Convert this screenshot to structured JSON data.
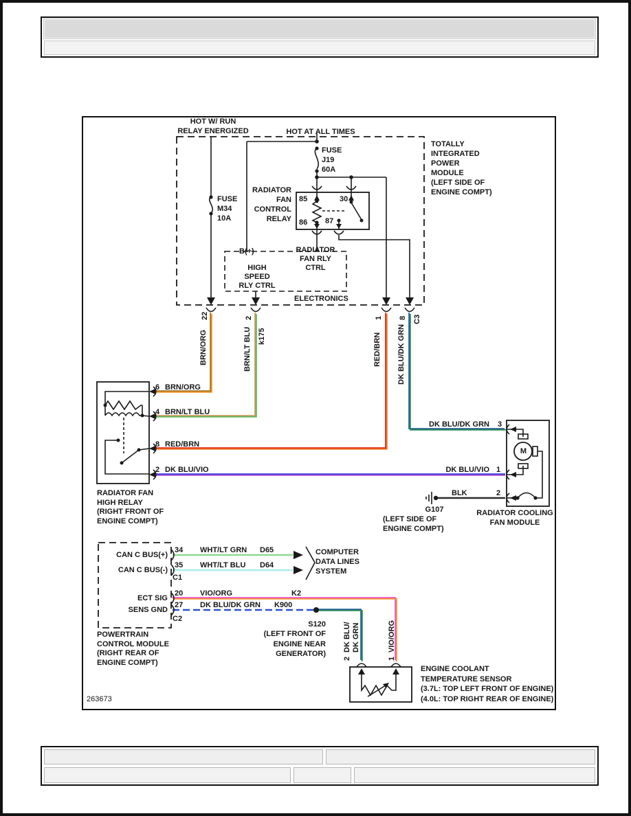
{
  "colors": {
    "brn_org": [
      "#A8742C",
      "#EE9418"
    ],
    "brn_lt_blu": [
      "#C29A58",
      "#5FB55F"
    ],
    "red_brn": [
      "#E32412",
      "#EE8030"
    ],
    "dk_blu_dk_grn": [
      "#1D5E92",
      "#2F8B57"
    ],
    "dk_blu_vio": [
      "#3A3AD8",
      "#A84FD8"
    ],
    "wht_lt_grn": "#8FD88F",
    "wht_lt_blu": "#A9ECEC",
    "vio_org": [
      "#EE4FC4",
      "#F59433"
    ],
    "k900_dash": "#2A50CC",
    "blk": "#2B2B2B"
  },
  "diagram": {
    "figure_number": "263673",
    "power": {
      "hot_run": "HOT W/ RUN\nRELAY ENERGIZED",
      "hot_all_times": "HOT AT ALL TIMES"
    },
    "fuses": {
      "j19": "FUSE\nJ19\n60A",
      "m34": "FUSE\nM34\n10A"
    },
    "tipm": {
      "name": "TOTALLY\nINTEGRATED\nPOWER\nMODULE\n(LEFT SIDE OF\nENGINE COMPT)",
      "connector": "C3"
    },
    "control_relay": {
      "name": "RADIATOR\nFAN\nCONTROL\nRELAY",
      "pin_85": "85",
      "pin_30": "30",
      "pin_86": "86",
      "pin_87": "87"
    },
    "electronics": {
      "b_plus": "B(+)",
      "high_speed": "HIGH\nSPEED\nRLY CTRL",
      "fan_rly": "RADIATOR\nFAN RLY\nCTRL",
      "name": "ELECTRONICS"
    },
    "tipm_outputs": [
      {
        "pin": "22",
        "wire": "BRN/ORG"
      },
      {
        "pin": "2",
        "wire": "BRN/LT BLU",
        "circuit": "k175"
      },
      {
        "pin": "1",
        "wire": "RED/BRN"
      },
      {
        "pin": "8",
        "wire": "DK BLU/DK GRN"
      }
    ],
    "high_relay": {
      "name": "RADIATOR FAN\nHIGH RELAY\n(RIGHT FRONT OF\nENGINE COMPT)",
      "pins": [
        {
          "pin": "6",
          "wire": "BRN/ORG"
        },
        {
          "pin": "4",
          "wire": "BRN/LT BLU"
        },
        {
          "pin": "8",
          "wire": "RED/BRN"
        },
        {
          "pin": "2",
          "wire": "DK BLU/VIO"
        }
      ]
    },
    "fan_module": {
      "name": "RADIATOR COOLING\nFAN MODULE",
      "motor": "M",
      "pins": [
        {
          "wire": "DK BLU/DK GRN",
          "pin": "3"
        },
        {
          "wire": "DK BLU/VIO",
          "pin": "1"
        },
        {
          "wire": "BLK",
          "pin": "2"
        }
      ]
    },
    "ground": {
      "name": "G107",
      "location": "(LEFT SIDE OF\nENGINE COMPT)"
    },
    "pcm": {
      "name": "POWERTRAIN\nCONTROL MODULE\n(RIGHT REAR OF\nENGINE COMPT)",
      "connector_1": "C1",
      "connector_2": "C2",
      "rows": [
        {
          "signal": "CAN C BUS(+)",
          "pin": "34",
          "wire": "WHT/LT GRN",
          "circuit": "D65"
        },
        {
          "signal": "CAN C BUS(-)",
          "pin": "35",
          "wire": "WHT/LT BLU",
          "circuit": "D64"
        },
        {
          "signal": "ECT SIG",
          "pin": "20",
          "wire": "VIO/ORG",
          "circuit": "K2"
        },
        {
          "signal": "SENS GND",
          "pin": "27",
          "wire": "DK BLU/DK GRN",
          "circuit": "K900"
        }
      ]
    },
    "data_lines": {
      "name": "COMPUTER\nDATA LINES\nSYSTEM"
    },
    "splice": {
      "name": "S120",
      "location": "(LEFT FRONT OF\nENGINE NEAR\nGENERATOR)"
    },
    "sensor": {
      "name": "ENGINE COOLANT\nTEMPERATURE SENSOR\n(3.7L: TOP LEFT FRONT OF ENGINE)\n(4.0L: TOP RIGHT REAR OF ENGINE)",
      "pins": [
        {
          "wire": "DK BLU/\nDK GRN",
          "pin": "2"
        },
        {
          "wire": "VIO/ORG",
          "pin": "1"
        }
      ]
    }
  }
}
